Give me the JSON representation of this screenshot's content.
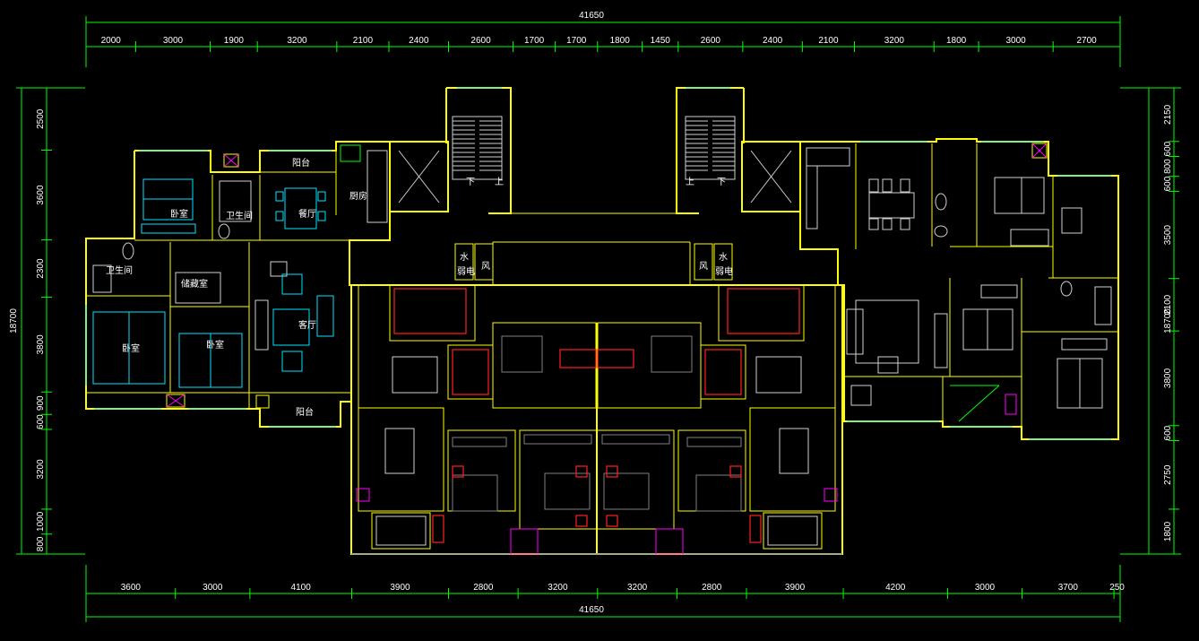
{
  "drawing": {
    "colors": {
      "background": "#000000",
      "dimension": "#00ff00",
      "wall": "#ffff00",
      "fixture": "#00e5ff",
      "furniture": "#d0d0d0",
      "kitchen": "#ff2020",
      "text": "#ffffff"
    },
    "total_width_top": "41650",
    "total_width_bottom": "41650",
    "total_height_left": "18700",
    "total_height_right": "18700",
    "top_dims": [
      "2000",
      "3000",
      "1900",
      "3200",
      "2100",
      "2400",
      "2600",
      "1700",
      "1700",
      "1800",
      "1450",
      "2600",
      "2400",
      "2100",
      "3200",
      "1800",
      "3000",
      "2700"
    ],
    "bottom_dims": [
      "3600",
      "3000",
      "4100",
      "3900",
      "2800",
      "3200",
      "3200",
      "2800",
      "3900",
      "4200",
      "3000",
      "3700",
      "250"
    ],
    "left_dims": [
      "2500",
      "3600",
      "2300",
      "3800",
      "900",
      "600",
      "3200",
      "1000",
      "800"
    ],
    "right_dims": [
      "2150",
      "600",
      "800",
      "600",
      "3500",
      "2100",
      "3800",
      "600",
      "2750",
      "1800"
    ],
    "room_labels": {
      "balcony_top": "阳台",
      "bedroom_a": "卧室",
      "bathroom_a": "卫生间",
      "dining": "餐厅",
      "kitchen": "厨房",
      "bathroom_b": "卫生间",
      "storage": "储藏室",
      "living": "客厅",
      "bedroom_b": "卧室",
      "bedroom_c": "卧室",
      "balcony_bottom": "阳台",
      "stair_down_l": "下",
      "stair_up_l": "上",
      "stair_up_r": "上",
      "stair_down_r": "下",
      "water_l": "水",
      "elec_l": "弱电",
      "wind_l": "风",
      "water_r": "水",
      "elec_r": "弱电",
      "wind_r": "风"
    }
  }
}
